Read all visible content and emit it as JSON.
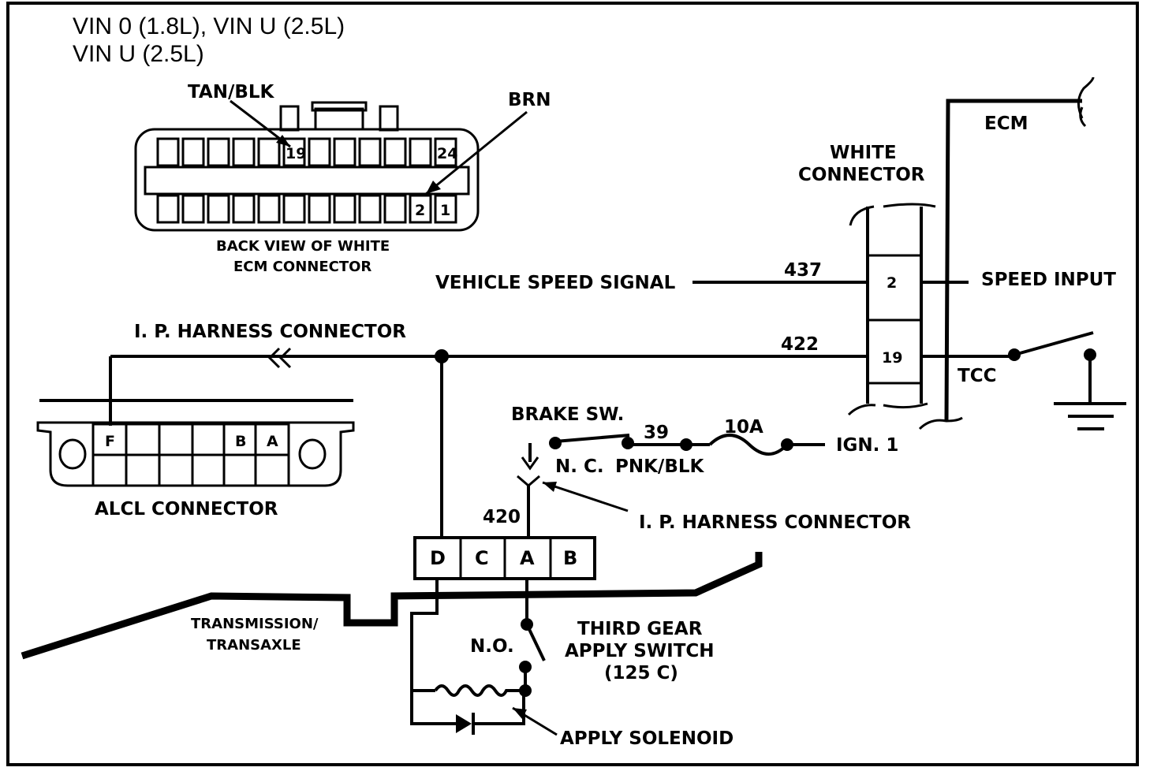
{
  "header": {
    "line1": "VIN 0 (1.8L), VIN U (2.5L)",
    "line2": "VIN U (2.5L)"
  },
  "ecm_connector": {
    "label_tan_blk": "TAN/BLK",
    "label_brn": "BRN",
    "pin_19": "19",
    "pin_24": "24",
    "pin_2": "2",
    "pin_1": "1",
    "caption_line1": "BACK VIEW OF  WHITE",
    "caption_line2": "ECM CONNECTOR"
  },
  "ecm": {
    "label": "ECM",
    "white_connector_line1": "WHITE",
    "white_connector_line2": "CONNECTOR",
    "cavity_2": "2",
    "cavity_19": "19",
    "speed_input": "SPEED INPUT",
    "tcc": "TCC"
  },
  "circuits": {
    "vehicle_speed_signal": "VEHICLE SPEED SIGNAL",
    "wire_437": "437",
    "wire_422": "422",
    "ip_harness_connector_top": "I. P. HARNESS CONNECTOR",
    "brake_sw": "BRAKE SW.",
    "wire_39": "39",
    "fuse_10a": "10A",
    "ign1": "IGN. 1",
    "nc": "N. C.",
    "pnk_blk": "PNK/BLK",
    "ip_harness_connector_mid": "I. P. HARNESS CONNECTOR",
    "wire_420": "420"
  },
  "alcl": {
    "label": "ALCL CONNECTOR",
    "pin_f": "F",
    "pin_b": "B",
    "pin_a": "A"
  },
  "transmission_connector": {
    "pins": [
      "D",
      "C",
      "A",
      "B"
    ]
  },
  "transmission": {
    "label_line1": "TRANSMISSION/",
    "label_line2": "TRANSAXLE",
    "no": "N.O.",
    "third_gear_line1": "THIRD GEAR",
    "third_gear_line2": "APPLY SWITCH",
    "third_gear_line3": "(125 C)",
    "apply_solenoid": "APPLY SOLENOID"
  }
}
